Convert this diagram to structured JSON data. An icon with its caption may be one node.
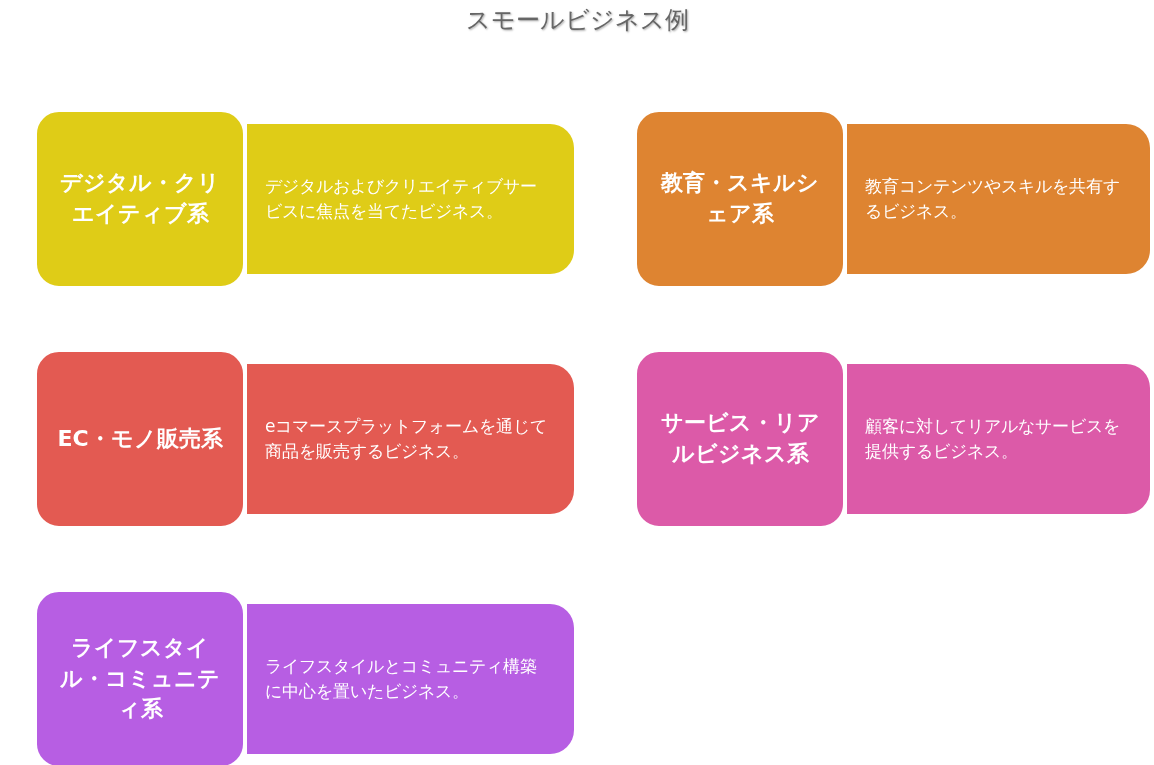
{
  "diagram": {
    "title": "スモールビジネス例",
    "nodes": [
      {
        "text": [
          "デジタル・クリエイティブ系"
        ]
      },
      {
        "text": [
          "デジタルおよびクリエイティブサービスに焦点を当てたビジネス。"
        ]
      },
      {
        "text": [
          "教育・スキルシェア系"
        ]
      },
      {
        "text": [
          "教育コンテンツやスキルを共有するビジネス。"
        ]
      },
      {
        "text": [
          "EC・モノ販売系"
        ]
      },
      {
        "text": [
          "eコマースプラットフォームを通じて商品を販売するビジネス。"
        ]
      },
      {
        "text": [
          "サービス・リアルビジネス系"
        ]
      },
      {
        "text": [
          "顧客に対してリアルなサービスを提供するビジネス。"
        ]
      },
      {
        "text": [
          "ライフスタイル・コミュニティ系"
        ]
      },
      {
        "text": [
          "ライフスタイルとコミュニティ構築に中心を置いたビジネス。"
        ]
      }
    ]
  }
}
